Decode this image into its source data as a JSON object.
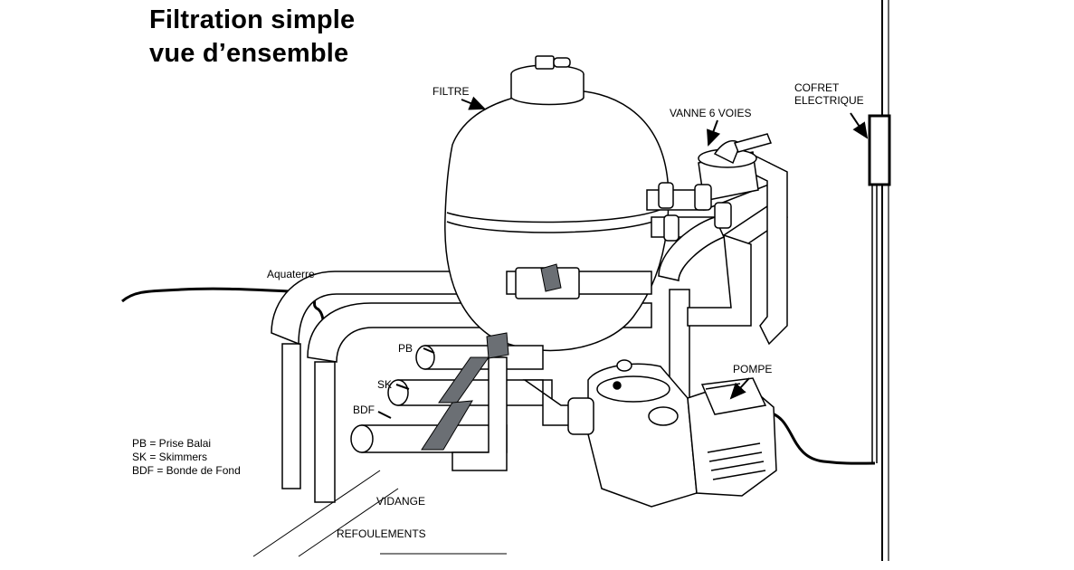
{
  "title": {
    "line1": "Filtration simple",
    "line2": "vue d’ensemble"
  },
  "labels": {
    "filtre": "FILTRE",
    "vanne": "VANNE 6 VOIES",
    "cofret_line1": "COFRET",
    "cofret_line2": "ELECTRIQUE",
    "aquaterre": "Aquaterre",
    "pb": "PB",
    "sk": "SK",
    "bdf": "BDF",
    "pompe": "POMPE",
    "vidange": "VIDANGE",
    "refoulements": "REFOULEMENTS"
  },
  "legend": [
    "PB = Prise Balai",
    "SK = Skimmers",
    "BDF = Bonde de Fond"
  ],
  "colors": {
    "line": "#000000",
    "pipe_fill": "#ffffff",
    "valve_handle": "#6b6f74",
    "background": "#ffffff"
  }
}
